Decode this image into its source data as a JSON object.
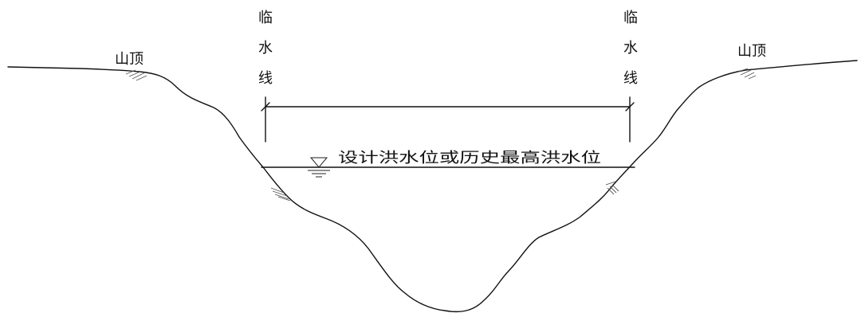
{
  "labels": {
    "peak_left": "山顶",
    "peak_right": "山顶",
    "waterside_line_left": [
      "临",
      "水",
      "线"
    ],
    "waterside_line_right": [
      "临",
      "水",
      "线"
    ],
    "water_level": "设计洪水位或历史最高洪水位"
  }
}
